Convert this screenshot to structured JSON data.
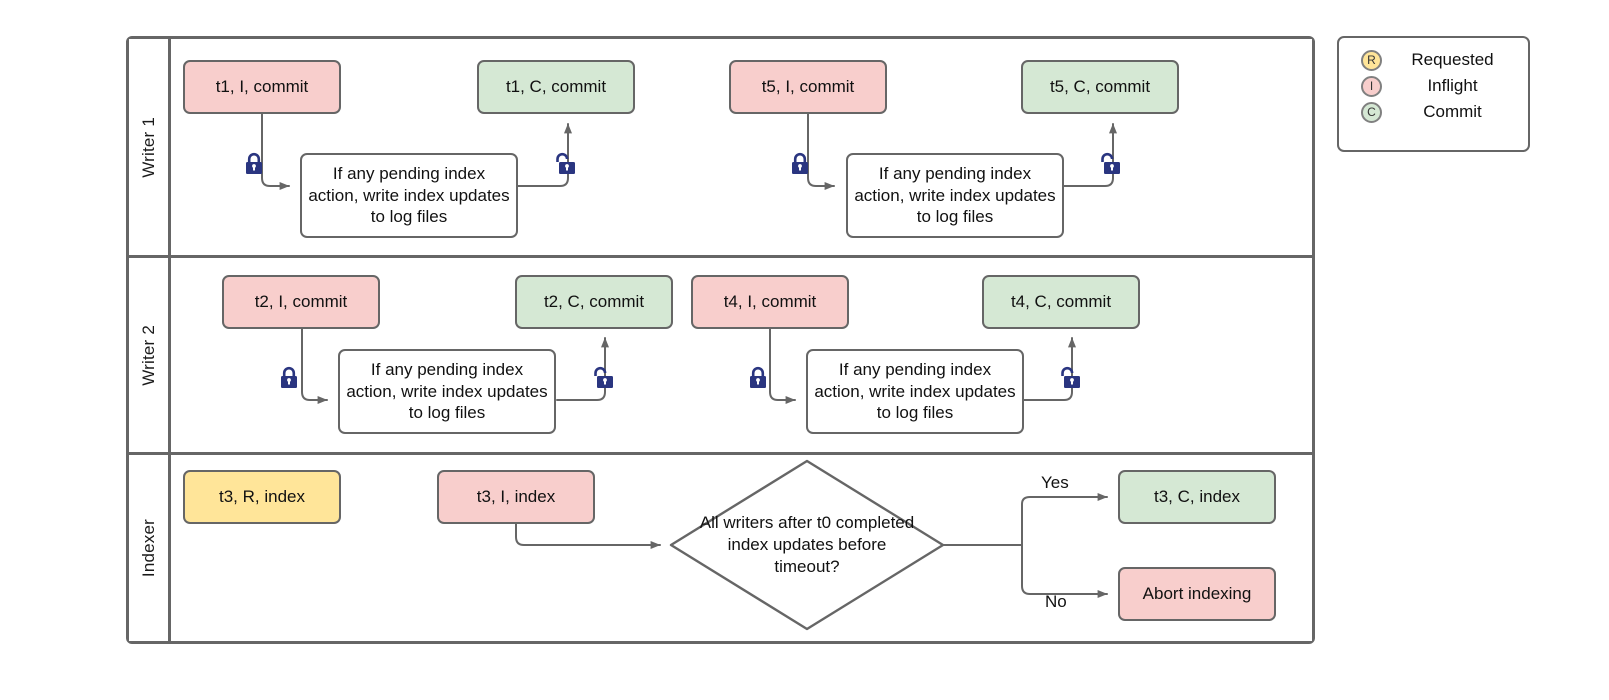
{
  "diagram": {
    "title": "Writer and indexer transaction swimlane flowchart",
    "colors": {
      "inflight_fill": "#f8cecc",
      "commit_fill": "#d5e8d4",
      "requested_fill": "#ffe599",
      "stroke": "#666666",
      "lock_color": "#2a3580"
    }
  },
  "lanes": [
    {
      "id": "writer1",
      "label": "Writer 1"
    },
    {
      "id": "writer2",
      "label": "Writer 2"
    },
    {
      "id": "indexer",
      "label": "Indexer"
    }
  ],
  "writer1": {
    "t1_inflight": "t1, I, commit",
    "t1_commit": "t1, C, commit",
    "t1_process": "If any pending index action, write index updates to log files",
    "t5_inflight": "t5, I, commit",
    "t5_commit": "t5, C, commit",
    "t5_process": "If any pending index action, write index updates to log files",
    "lock_acquire_1": "lock-closed-icon",
    "lock_release_1": "lock-open-icon",
    "lock_acquire_2": "lock-closed-icon",
    "lock_release_2": "lock-open-icon"
  },
  "writer2": {
    "t2_inflight": "t2, I, commit",
    "t2_commit": "t2, C, commit",
    "t2_process": "If any pending index action, write index updates to log files",
    "t4_inflight": "t4, I, commit",
    "t4_commit": "t4, C, commit",
    "t4_process": "If any pending index action, write index updates to log files",
    "lock_acquire_1": "lock-closed-icon",
    "lock_release_1": "lock-open-icon",
    "lock_acquire_2": "lock-closed-icon",
    "lock_release_2": "lock-open-icon"
  },
  "indexer": {
    "t3_requested": "t3, R, index",
    "t3_inflight": "t3, I, index",
    "decision": "All writers after t0 completed index updates before timeout?",
    "yes_label": "Yes",
    "no_label": "No",
    "t3_commit": "t3, C, index",
    "abort": "Abort indexing"
  },
  "legend": {
    "items": [
      {
        "badge": "R",
        "label": "Requested"
      },
      {
        "badge": "I",
        "label": "Inflight"
      },
      {
        "badge": "C",
        "label": "Commit"
      }
    ]
  }
}
